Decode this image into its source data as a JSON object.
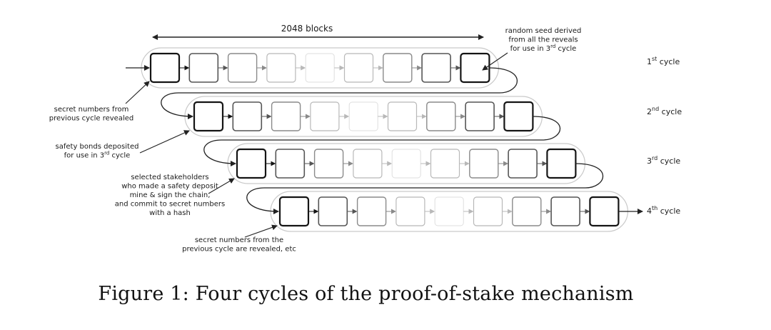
{
  "diagram": {
    "span_label": "2048 blocks",
    "cycles": [
      {
        "num": "1",
        "sup": "st",
        "word": "cycle"
      },
      {
        "num": "2",
        "sup": "nd",
        "word": "cycle"
      },
      {
        "num": "3",
        "sup": "rd",
        "word": "cycle"
      },
      {
        "num": "4",
        "sup": "th",
        "word": "cycle"
      }
    ],
    "blocks_per_cycle": 9,
    "annotations": {
      "random_seed": [
        {
          "t": "random seed derived"
        },
        {
          "t": "from all the reveals"
        },
        {
          "t": "for use in 3",
          "sup": "rd",
          "after": " cycle"
        }
      ],
      "secret_revealed": [
        {
          "t": "secret numbers from"
        },
        {
          "t": "previous cycle revealed"
        }
      ],
      "safety_bonds": [
        {
          "t": "safety bonds deposited"
        },
        {
          "t": "for use in 3",
          "sup": "rd",
          "after": " cycle"
        }
      ],
      "stakeholders": [
        {
          "t": "selected stakeholders"
        },
        {
          "t": "who made a safety deposit"
        },
        {
          "t": "mine & sign the chain,"
        },
        {
          "t": "and commit to secret numbers"
        },
        {
          "t": "with a hash"
        }
      ],
      "secret_etc": [
        {
          "t": "secret numbers from the"
        },
        {
          "t": "previous cycle are revealed, etc"
        }
      ]
    }
  },
  "caption": "Figure 1: Four cycles of the proof-of-stake mechanism"
}
